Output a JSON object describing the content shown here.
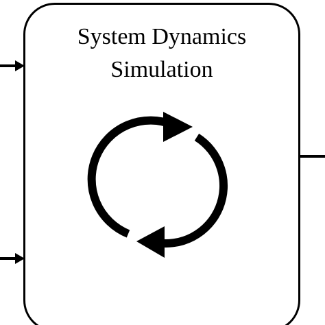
{
  "box": {
    "title_line_1": "System Dynamics",
    "title_line_2": "Simulation"
  },
  "icons": {
    "cycle": "refresh-cycle-icon",
    "input": "arrow-right-icon",
    "output": "output-line"
  },
  "colors": {
    "stroke": "#000000",
    "background": "#ffffff"
  }
}
